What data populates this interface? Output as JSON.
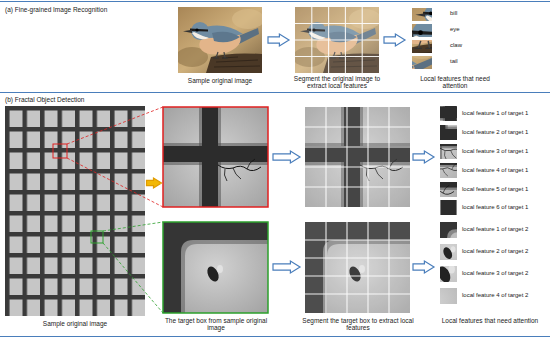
{
  "diagram": {
    "nodes": [
      {
        "text": [
          "Sample original image"
        ]
      },
      {
        "text": [
          "Segment the original image to extract local features"
        ]
      },
      {
        "text": [
          "bill",
          "eye",
          "claw",
          "tail",
          "Local features that need attention"
        ]
      },
      {
        "text": [
          "Sample original image"
        ]
      },
      {},
      {
        "text": [
          "The target box from sample original image"
        ]
      },
      {},
      {
        "text": [
          "Segment the target box to extract local features"
        ]
      },
      {
        "text": [
          "local feature 1 of target 1",
          "local feature 2 of target 1",
          "local feature 3 of target 1",
          "local feature 4 of target 1",
          "local feature 5 of target 1",
          "local feature 6 of target 1"
        ]
      },
      {
        "text": [
          "local feature 1 of target 2",
          "local feature 2 of target 2",
          "local feature 3 of target 2",
          "local feature 4 of target 2",
          "Local features that need attention"
        ]
      }
    ],
    "edges": [
      {
        "from": 0,
        "to": 1,
        "arrow": "to"
      },
      {
        "from": 1,
        "to": 2,
        "arrow": "to"
      },
      {
        "from": 3,
        "to": 4,
        "arrow": "to"
      },
      {
        "from": 4,
        "to": 6,
        "arrow": "to"
      },
      {
        "from": 5,
        "to": 7,
        "arrow": "to"
      },
      {
        "from": 6,
        "to": 8,
        "arrow": "to"
      },
      {
        "from": 7,
        "to": 9,
        "arrow": "to"
      }
    ],
    "labels": [
      "(a) Fine-grained Image Recognition",
      "(b) Fractal Object Detection"
    ]
  }
}
